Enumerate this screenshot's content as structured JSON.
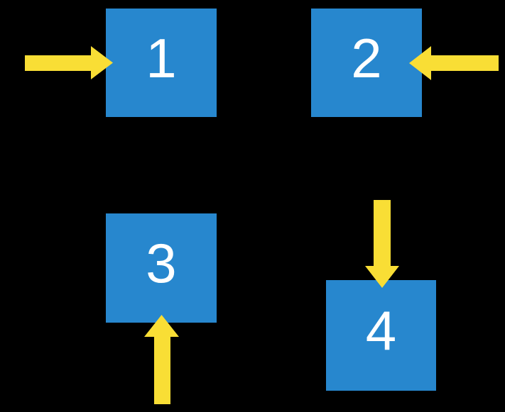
{
  "colors": {
    "background": "#000000",
    "square-fill": "#2787CE",
    "arrow-fill": "#F9DE35",
    "label-text": "#FFFFFF"
  },
  "squares": [
    {
      "label": "1",
      "arrow_direction": "right",
      "arrow_enters_from": "left side"
    },
    {
      "label": "2",
      "arrow_direction": "left",
      "arrow_enters_from": "right side"
    },
    {
      "label": "3",
      "arrow_direction": "up",
      "arrow_enters_from": "bottom side"
    },
    {
      "label": "4",
      "arrow_direction": "down",
      "arrow_enters_from": "top side"
    }
  ]
}
